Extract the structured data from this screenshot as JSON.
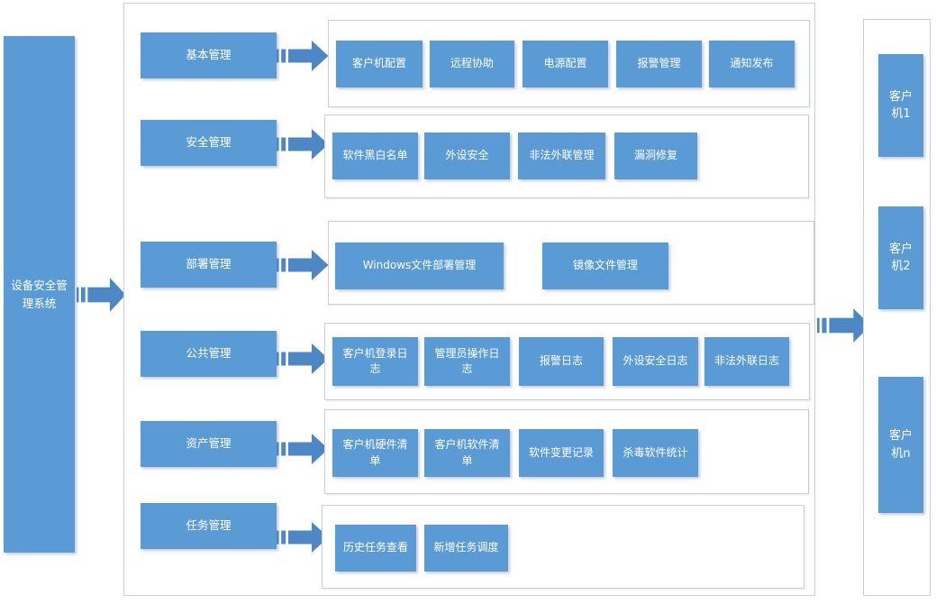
{
  "diagram": {
    "root_label": "设备安全管理系统",
    "rows": [
      {
        "category": "基本管理",
        "items": [
          "客户机配置",
          "远程协助",
          "电源配置",
          "报警管理",
          "通知发布"
        ]
      },
      {
        "category": "安全管理",
        "items": [
          "软件黑白名单",
          "外设安全",
          "非法外联管理",
          "漏洞修复"
        ]
      },
      {
        "category": "部署管理",
        "items": [
          "Windows文件部署管理",
          "镜像文件管理"
        ]
      },
      {
        "category": "公共管理",
        "items": [
          "客户机登录日志",
          "管理员操作日志",
          "报警日志",
          "外设安全日志",
          "非法外联日志"
        ]
      },
      {
        "category": "资产管理",
        "items": [
          "客户机硬件清单",
          "客户机软件清单",
          "软件变更记录",
          "杀毒软件统计"
        ]
      },
      {
        "category": "任务管理",
        "items": [
          "历史任务查看",
          "新增任务调度"
        ]
      }
    ],
    "clients": [
      "客户机1",
      "客户机2",
      "客户机n"
    ],
    "colors": {
      "node_fill": "#5B9BD5",
      "arrow_fill": "#4D87C5",
      "frame_border": "#C8CFD8",
      "text": "#FFFFFF"
    }
  }
}
